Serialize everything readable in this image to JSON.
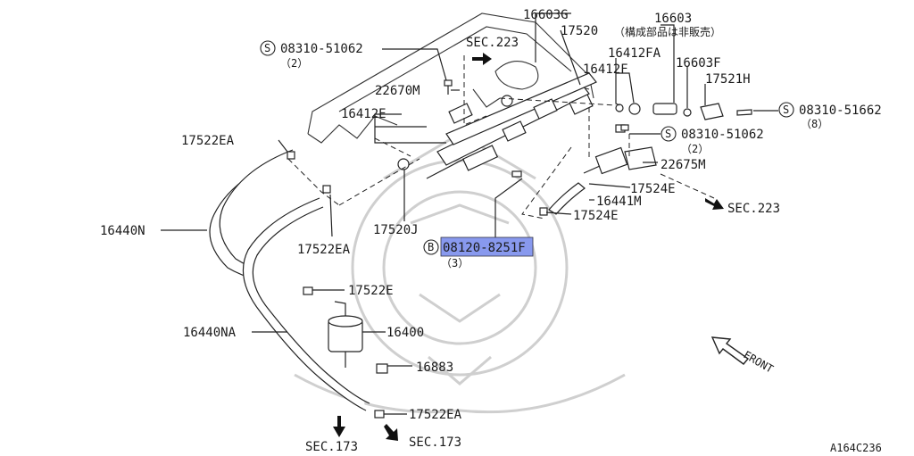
{
  "callouts": {
    "p16603G": "16603G",
    "p17520": "17520",
    "p16603": "16603",
    "p16603_note": "（構成部品は非販売）",
    "p16412FA": "16412FA",
    "p16412F": "16412F",
    "p16603F": "16603F",
    "p17521H": "17521H",
    "p22670M": "22670M",
    "p16412E": "16412E",
    "p17522EA_top": "17522EA",
    "p16440N": "16440N",
    "p17522EA_mid": "17522EA",
    "p17520J": "17520J",
    "p17522E": "17522E",
    "p16440NA": "16440NA",
    "p16400": "16400",
    "p16883": "16883",
    "p17522EA_bot": "17522EA",
    "p22675M": "22675M",
    "p17524E_top": "17524E",
    "p16441M": "16441M",
    "p17524E_bot": "17524E"
  },
  "bolts": {
    "b1_symbol": "S",
    "b1_code": "08310-51062",
    "b1_qty": "（2）",
    "b2_symbol": "S",
    "b2_code": "08310-51662",
    "b2_qty": "（8）",
    "b3_symbol": "S",
    "b3_code": "08310-51062",
    "b3_qty": "（2）",
    "b4_symbol": "B",
    "b4_code": "08120-8251F",
    "b4_qty": "（3）"
  },
  "sections": {
    "sec223_top": "SEC.223",
    "sec223_right": "SEC.223",
    "sec173_left": "SEC.173",
    "sec173_right": "SEC.173"
  },
  "front_label": "FRONT",
  "figure_id": "A164C236",
  "highlight_color": "#8899ee"
}
